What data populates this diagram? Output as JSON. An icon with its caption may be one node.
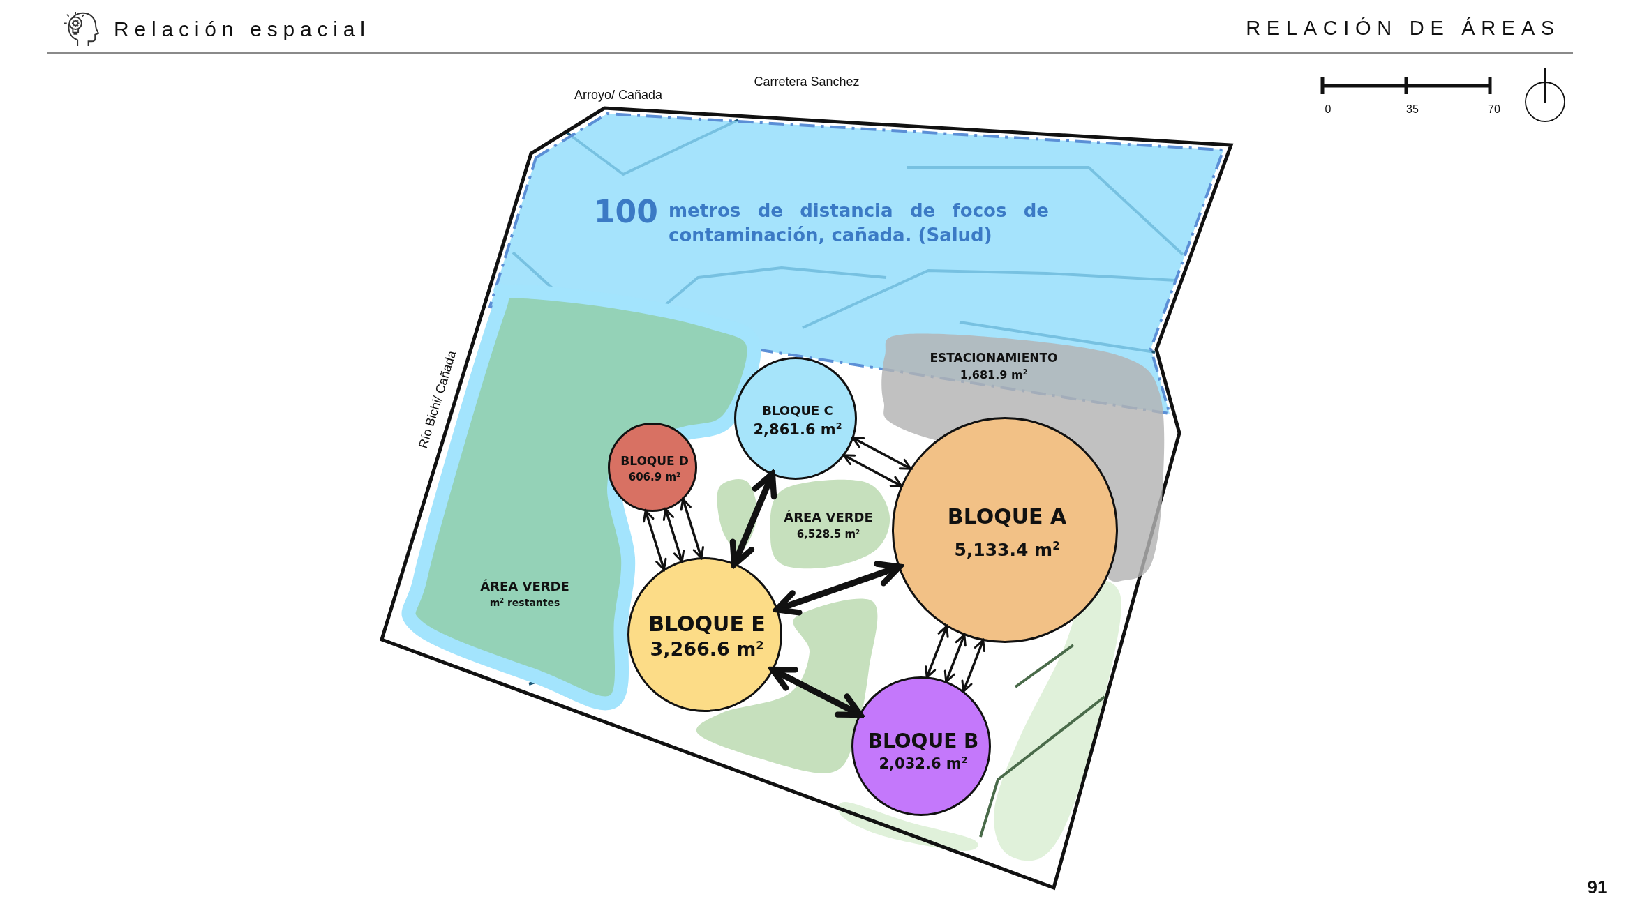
{
  "diagram": {
    "title": "Relación espacial",
    "nodes": [
      {
        "text": [
          "100",
          "metros de distancia de focos de contaminación, cañada. (Salud)"
        ]
      },
      {
        "text": [
          "ESTACIONAMIENTO",
          "1,681.9 m$^{2}$"
        ]
      },
      {
        "text": [
          "BLOQUE C",
          "2,861.6 m$^{2}$"
        ]
      },
      {
        "text": [
          "BLOQUE D",
          "606.9 m$^{2}$"
        ]
      },
      {
        "text": [
          "BLOQUE A",
          "5,133.4 m$^{2}$"
        ]
      },
      {
        "text": [
          "ÁREA VERDE",
          "6,528.5 m$^{2}$"
        ]
      },
      {
        "text": [
          "ÁREA VERDE",
          "m$^{2}$ restantes"
        ]
      },
      {
        "text": [
          "BLOQUE E",
          "3,266.6 m$^{2}$"
        ]
      },
      {
        "text": [
          "BLOQUE B",
          "2,032.6 m$^{2}$"
        ]
      }
    ],
    "edges": [
      {
        "from": 2,
        "to": 4,
        "arrow": "both"
      },
      {
        "from": 2,
        "to": 4,
        "arrow": "both"
      },
      {
        "from": 3,
        "to": 7,
        "arrow": "both"
      },
      {
        "from": 3,
        "to": 7,
        "arrow": "both"
      },
      {
        "from": 3,
        "to": 7,
        "arrow": "both"
      },
      {
        "from": 2,
        "to": 7,
        "arrow": "both",
        "style": "thick"
      },
      {
        "from": 4,
        "to": 7,
        "arrow": "both",
        "style": "thick"
      },
      {
        "from": 7,
        "to": 8,
        "arrow": "both",
        "style": "thick"
      },
      {
        "from": 4,
        "to": 8,
        "arrow": "both"
      },
      {
        "from": 4,
        "to": 8,
        "arrow": "both"
      },
      {
        "from": 4,
        "to": 8,
        "arrow": "both"
      }
    ],
    "labels": [
      "RELACIÓN DE ÁREAS",
      "Carretera Sanchez",
      "Arroyo/ Cañada",
      "0",
      "35",
      "70",
      "Río Bichi/ Cañada",
      "91"
    ]
  }
}
